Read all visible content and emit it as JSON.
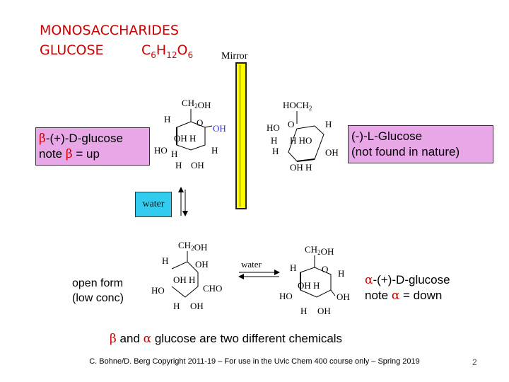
{
  "header": {
    "title": "MONOSACCHARIDES",
    "glucose_label": "GLUCOSE",
    "formula": {
      "C": "C",
      "c_sub": "6",
      "H": "H",
      "h_sub": "12",
      "O": "O",
      "o_sub": "6"
    }
  },
  "mirror": {
    "label": "Mirror"
  },
  "beta_box": {
    "symbol": "β",
    "line1_rest": "-(+)-D-glucose",
    "line2_pre": "note ",
    "line2_post": " = up"
  },
  "l_box": {
    "line1": "(-)-L-Glucose",
    "line2": "(not found in nature)"
  },
  "water_box": {
    "label": "water"
  },
  "open_form": {
    "line1": "open form",
    "line2": "(low conc)"
  },
  "alpha_note": {
    "symbol": "α",
    "line1_rest": "-(+)-D-glucose",
    "line2_pre": "note ",
    "line2_post": " = down"
  },
  "water_arrow": {
    "label": "water"
  },
  "summary": {
    "beta": "β",
    "and": " and ",
    "alpha": "α",
    "rest": " glucose are two different chemicals"
  },
  "structures": {
    "beta": {
      "top": "CH2OH",
      "h1": "H",
      "o": "O",
      "oh_blue": "OH",
      "ohh": "OH H",
      "h2": "H",
      "ho": "HO",
      "h3": "H",
      "bh": "H",
      "boh": "OH"
    },
    "lglucose": {
      "top": "HOCH2",
      "ho1": "HO",
      "o": "O",
      "h1": "H",
      "hho": "H HO",
      "h2": "H",
      "h3": "H",
      "oh": "OH",
      "ohh": "OH H"
    },
    "open": {
      "top": "CH2OH",
      "h1": "H",
      "oh1": "OH",
      "ohh": "OH H",
      "cho": "CHO",
      "ho": "HO",
      "bh": "H",
      "boh": "OH"
    },
    "alpha": {
      "top": "CH2OH",
      "h1": "H",
      "o": "O",
      "h2": "H",
      "ohh": "OH H",
      "ho": "HO",
      "oh": "OH",
      "bh": "H",
      "boh": "OH"
    }
  },
  "footer": {
    "credit": "C. Bohne/D. Berg Copyright 2011-19 – For use in the Uvic Chem 400 course only – Spring 2019",
    "page": "2"
  }
}
